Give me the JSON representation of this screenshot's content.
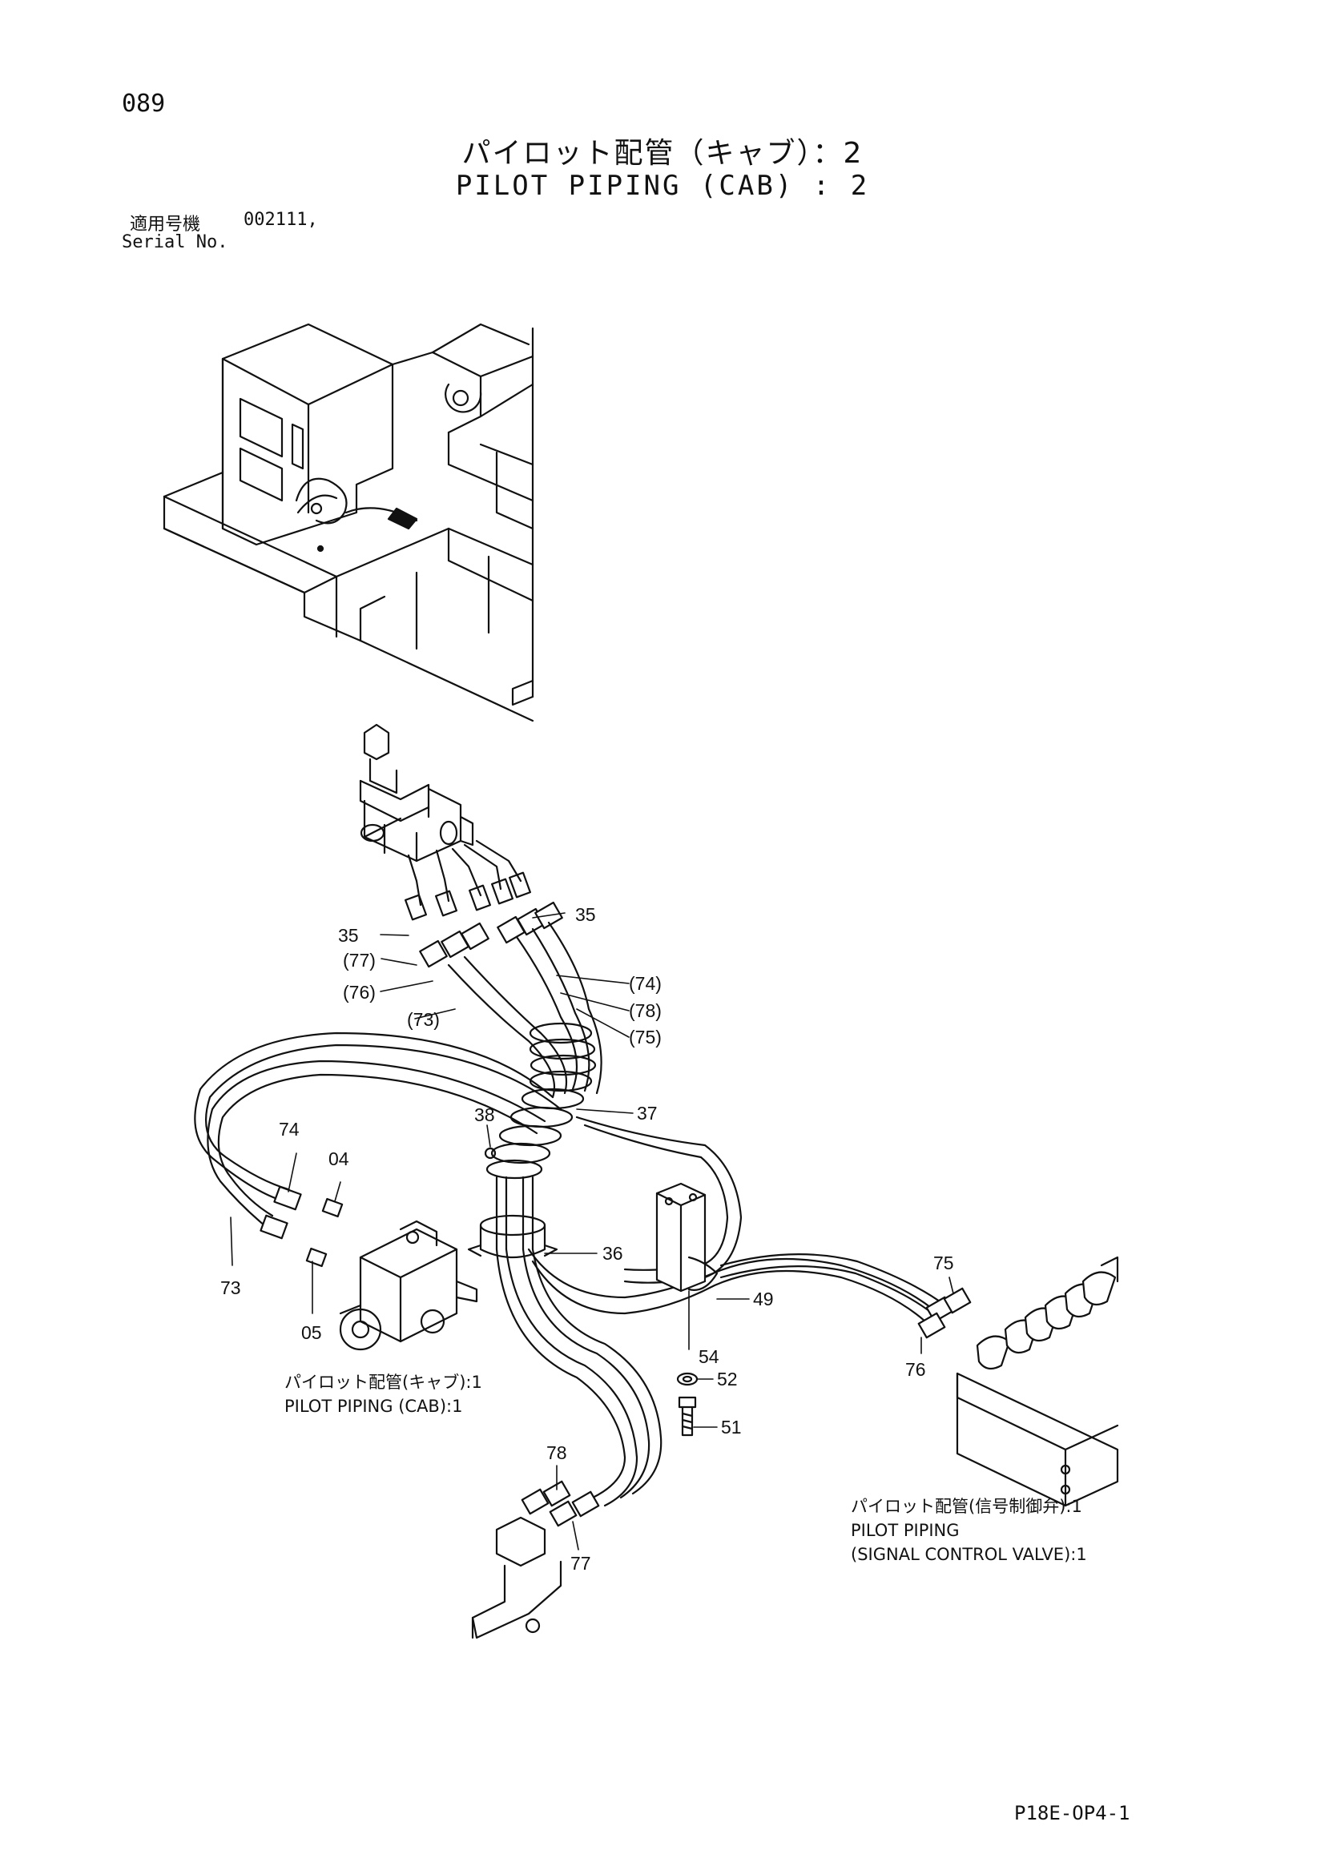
{
  "page_number": "089",
  "title_jp": "パイロット配管（キャブ）：2",
  "title_en": "PILOT PIPING (CAB) : 2",
  "serial_label_jp": "適用号機",
  "serial_value": "002111,",
  "serial_label_en": "Serial No.",
  "callouts": [
    "35",
    "35",
    "(77)",
    "(76)",
    "(73)",
    "(74)",
    "(78)",
    "(75)",
    "38",
    "37",
    "74",
    "04",
    "73",
    "05",
    "36",
    "49",
    "54",
    "52",
    "51",
    "75",
    "76",
    "78",
    "77"
  ],
  "captions": {
    "cab_jp": "パイロット配管(キャブ):1",
    "cab_en": "PILOT PIPING (CAB):1",
    "valve_jp": "パイロット配管(信号制御弁):1",
    "valve_en1": "PILOT PIPING",
    "valve_en2": "(SIGNAL CONTROL VALVE):1"
  },
  "doc_code": "P18E-OP4-1"
}
